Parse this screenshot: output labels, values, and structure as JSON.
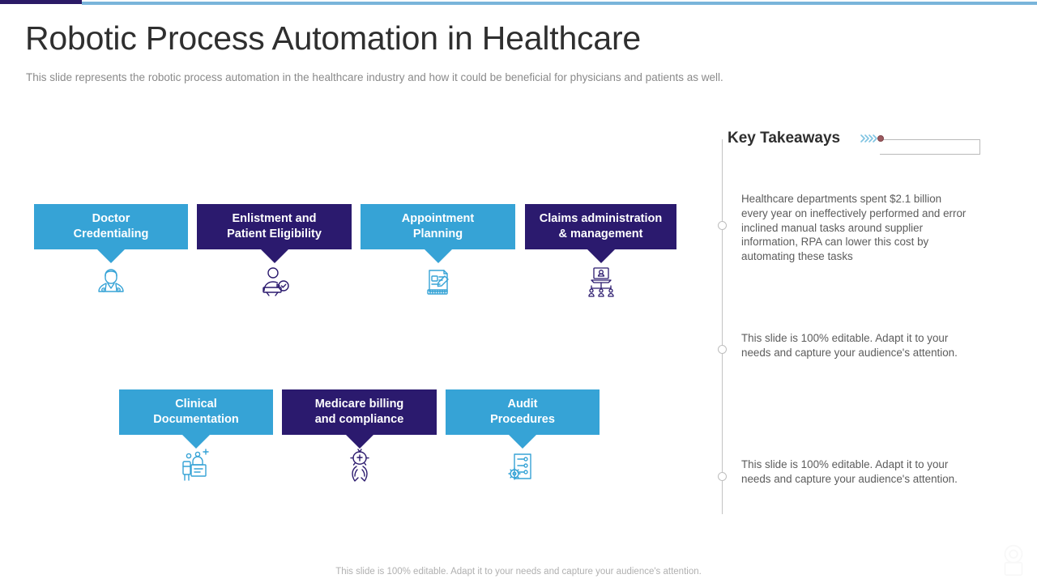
{
  "slide": {
    "title": "Robotic Process Automation in Healthcare",
    "subtitle": "This slide represents the robotic process automation in the healthcare industry and how it could be beneficial for physicians and patients as well.",
    "footer": "This slide is 100% editable. Adapt it to your needs and capture your audience's attention."
  },
  "colors": {
    "accent_blue": "#36a3d6",
    "accent_navy": "#2b1a6e",
    "topbar_navy": "#2b1a66",
    "topbar_blue": "#79b4da",
    "title_text": "#2f2f2f",
    "body_text": "#5c5c5c",
    "muted_text": "#8a8a8a",
    "timeline_line": "#c4c4c4",
    "dot_maroon": "#9c5a5f"
  },
  "process_rows": [
    {
      "row": 1,
      "boxes": [
        {
          "label": "Doctor Credentialing",
          "line1": "Doctor",
          "line2": "Credentialing",
          "color": "blue",
          "icon": "doctor-stethoscope-icon"
        },
        {
          "label": "Enlistment and Patient Eligibility",
          "line1": "Enlistment and",
          "line2": "Patient Eligibility",
          "color": "navy",
          "icon": "patient-eligibility-icon"
        },
        {
          "label": "Appointment Planning",
          "line1": "Appointment",
          "line2": "Planning",
          "color": "blue",
          "icon": "appointment-document-icon"
        },
        {
          "label": "Claims administration & management",
          "line1": "Claims administration",
          "line2": "& management",
          "color": "navy",
          "icon": "claims-network-icon"
        }
      ]
    },
    {
      "row": 2,
      "boxes": [
        {
          "label": "Clinical Documentation",
          "line1": "Clinical",
          "line2": "Documentation",
          "color": "blue",
          "icon": "clinical-records-icon"
        },
        {
          "label": "Medicare billing and compliance",
          "line1": "Medicare billing",
          "line2": "and compliance",
          "color": "navy",
          "icon": "hands-care-icon"
        },
        {
          "label": "Audit Procedures",
          "line1": "Audit",
          "line2": "Procedures",
          "color": "blue",
          "icon": "audit-checklist-icon"
        }
      ]
    }
  ],
  "key_takeaways": {
    "heading": "Key Takeaways",
    "decor_icon": "chevrons-right-icon",
    "marker_icon": "bullet-dot-icon",
    "items": [
      {
        "text": "Healthcare departments spent $2.1 billion every year on ineffectively performed and error inclined manual tasks around supplier information, RPA can lower this cost by automating these tasks"
      },
      {
        "text": "This slide is 100% editable. Adapt it to your needs and capture your audience's attention."
      },
      {
        "text": "This slide is 100% editable. Adapt it to your needs and capture your audience's attention."
      }
    ]
  }
}
